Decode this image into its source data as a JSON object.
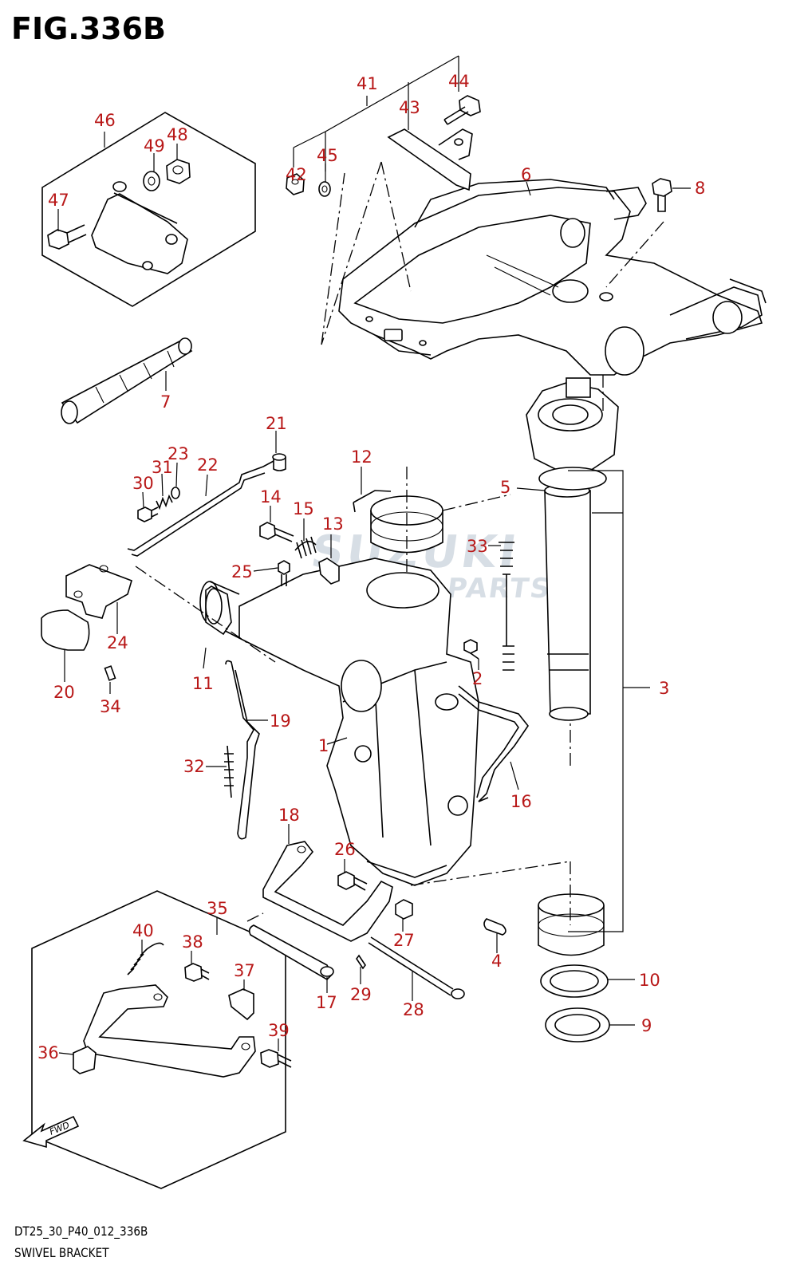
{
  "figure_title": "FIG.336B",
  "footer": {
    "code": "DT25_30_P40_012_336B",
    "caption": "SWIVEL BRACKET"
  },
  "watermark": {
    "line1": "SUZUKI",
    "line2": "MARINE PARTS"
  },
  "fwd_label": "FWD",
  "callouts": {
    "c1": "1",
    "c2": "2",
    "c3": "3",
    "c4": "4",
    "c5": "5",
    "c6": "6",
    "c7": "7",
    "c8": "8",
    "c9": "9",
    "c10": "10",
    "c11": "11",
    "c12": "12",
    "c13": "13",
    "c14": "14",
    "c15": "15",
    "c16": "16",
    "c17": "17",
    "c18": "18",
    "c19": "19",
    "c20": "20",
    "c21": "21",
    "c22": "22",
    "c23": "23",
    "c24": "24",
    "c25": "25",
    "c26": "26",
    "c27": "27",
    "c28": "28",
    "c29": "29",
    "c30": "30",
    "c31": "31",
    "c32": "32",
    "c33": "33",
    "c34": "34",
    "c35": "35",
    "c36": "36",
    "c37": "37",
    "c38": "38",
    "c39": "39",
    "c40": "40",
    "c41": "41",
    "c42": "42",
    "c43": "43",
    "c44": "44",
    "c45": "45",
    "c46": "46",
    "c47": "47",
    "c48": "48",
    "c49": "49"
  },
  "colors": {
    "callout": "#b81818",
    "line": "#000000",
    "watermark": "#b8c4d0"
  }
}
